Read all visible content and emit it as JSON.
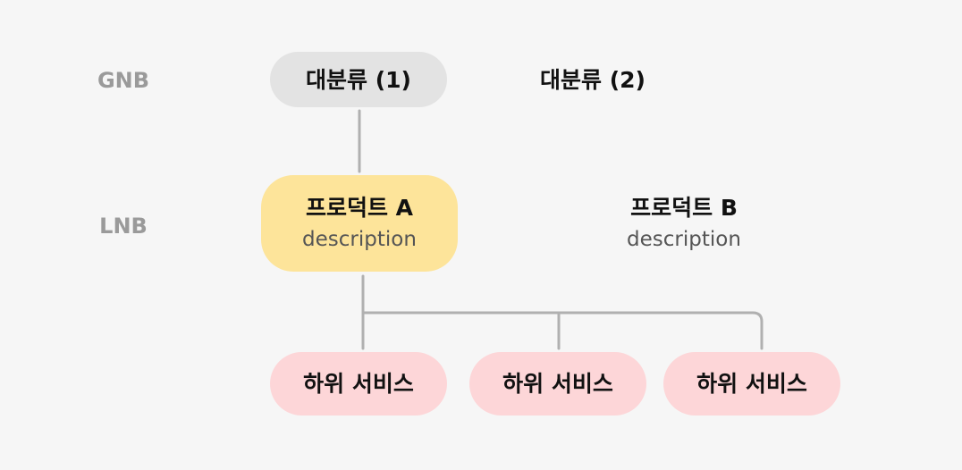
{
  "labels": {
    "gnb": "GNB",
    "lnb": "LNB"
  },
  "gnb": {
    "items": [
      {
        "label": "대분류 (1)",
        "selected": true,
        "bg": "#e3e3e3"
      },
      {
        "label": "대분류 (2)",
        "selected": false
      }
    ]
  },
  "lnb": {
    "items": [
      {
        "title": "프로덕트 A",
        "description": "description",
        "selected": true,
        "bg": "#fde49a"
      },
      {
        "title": "프로덕트 B",
        "description": "description",
        "selected": false
      }
    ]
  },
  "sub": {
    "items": [
      {
        "label": "하위 서비스",
        "bg": "#fdd6d8"
      },
      {
        "label": "하위 서비스",
        "bg": "#fdd6d8"
      },
      {
        "label": "하위 서비스",
        "bg": "#fdd6d8"
      }
    ]
  },
  "colors": {
    "background": "#f6f6f6",
    "connector": "#b0b0b0",
    "label": "#9a9a9a",
    "description": "#555555"
  }
}
